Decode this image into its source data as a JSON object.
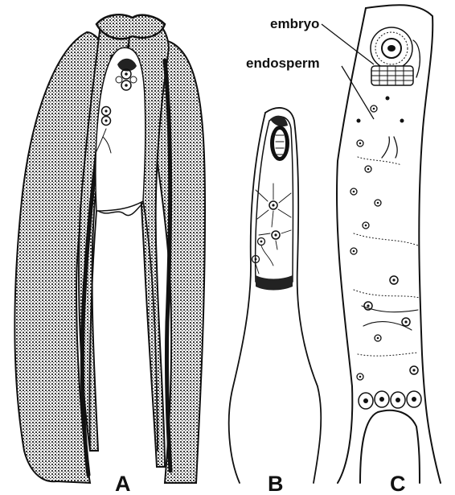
{
  "figure": {
    "panels": [
      {
        "id": "A",
        "label": "A"
      },
      {
        "id": "B",
        "label": "B"
      },
      {
        "id": "C",
        "label": "C"
      }
    ],
    "annotations": {
      "embryo": "embryo",
      "endosperm": "endosperm"
    }
  }
}
